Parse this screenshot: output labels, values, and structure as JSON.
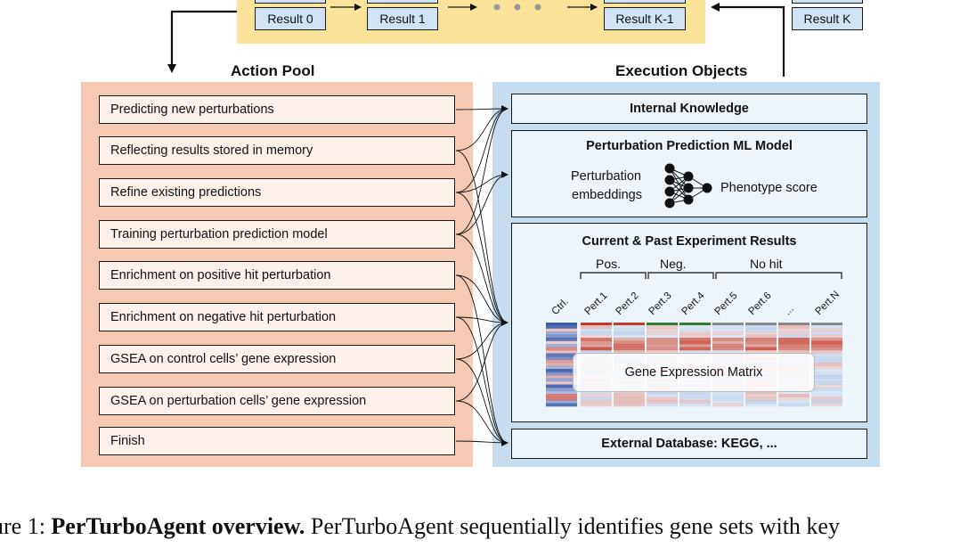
{
  "results": {
    "result_0": "Result 0",
    "result_1": "Result 1",
    "result_k_minus_1": "Result K-1",
    "result_k": "Result K"
  },
  "action_pool": {
    "title": "Action Pool",
    "items": [
      "Predicting new perturbations",
      "Reflecting results stored in memory",
      "Refine existing predictions",
      "Training perturbation prediction model",
      "Enrichment on positive hit perturbation",
      "Enrichment on negative hit perturbation",
      "GSEA on control cells’ gene expression",
      "GSEA on perturbation cells’ gene expression",
      "Finish"
    ]
  },
  "execution_objects": {
    "title": "Execution Objects",
    "internal_knowledge": "Internal Knowledge",
    "ml_model": {
      "title": "Perturbation Prediction ML Model",
      "input_line1": "Perturbation",
      "input_line2": "embeddings",
      "output": "Phenotype score"
    },
    "experiments": {
      "title": "Current & Past Experiment Results",
      "groups": [
        "Pos.",
        "Neg.",
        "No hit"
      ],
      "columns": [
        "Ctrl.",
        "Pert.1",
        "Pert.2",
        "Pert.3",
        "Pert.4",
        "Pert.5",
        "Pert.6",
        "...",
        "Pert.N"
      ],
      "matrix_label": "Gene Expression Matrix"
    },
    "external_db": "External Database: KEGG, ..."
  },
  "caption": {
    "prefix": "ure 1: ",
    "bold": "PerTurboAgent overview.",
    "rest": " PerTurboAgent sequentially identifies gene sets with key"
  },
  "colors": {
    "top_panel": "#fbe39a",
    "result_box": "#cfe3f4",
    "action_pool_bg": "#f6c9b2",
    "action_item_bg": "#fdf1ec",
    "exec_bg": "#c5ddee",
    "exec_box_bg": "#eef5fa"
  }
}
